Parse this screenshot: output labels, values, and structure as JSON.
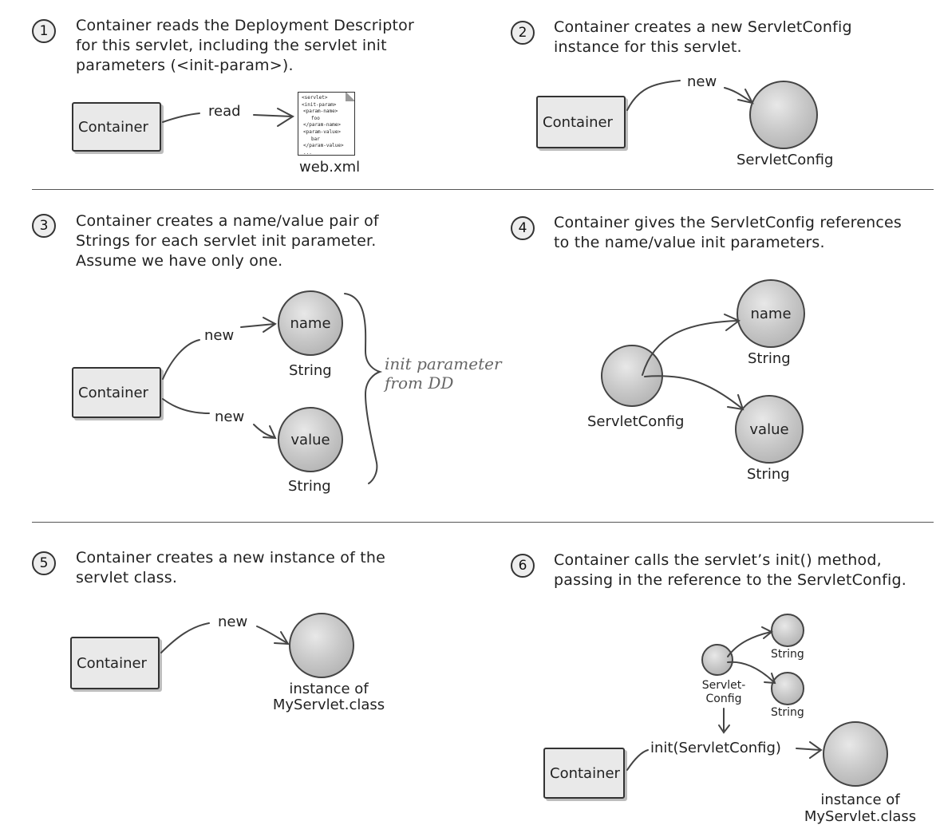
{
  "steps": [
    {
      "num": "1",
      "text_lines": [
        "Container reads the Deployment Descriptor",
        "for this servlet, including the servlet init",
        "parameters (<init-param>)."
      ]
    },
    {
      "num": "2",
      "text_lines": [
        "Container creates a new ServletConfig",
        "instance for this servlet."
      ]
    },
    {
      "num": "3",
      "text_lines": [
        "Container creates a name/value pair of",
        "Strings for each servlet init parameter.",
        "Assume we have only one."
      ]
    },
    {
      "num": "4",
      "text_lines": [
        "Container gives the ServletConfig references",
        "to the name/value init parameters."
      ]
    },
    {
      "num": "5",
      "text_lines": [
        "Container creates a new instance of the",
        "servlet class."
      ]
    },
    {
      "num": "6",
      "text_lines": [
        "Container calls the servlet’s init() method,",
        "passing in the reference to the ServletConfig."
      ]
    }
  ],
  "panel1": {
    "container": "Container",
    "arrow_label": "read",
    "doc_lines": [
      "<servlet>",
      "<init-param>",
      "<param-name>",
      "foo",
      "</param-name>",
      "<param-value>",
      "bar",
      "</param-value>",
      "..."
    ],
    "doc_label": "web.xml"
  },
  "panel2": {
    "container": "Container",
    "arrow_label": "new",
    "object_label": "ServletConfig"
  },
  "panel3": {
    "container": "Container",
    "new_top": "new",
    "new_bottom": "new",
    "name_ball": "name",
    "value_ball": "value",
    "type_top": "String",
    "type_bottom": "String",
    "brace_note_lines": [
      "init parameter",
      "from DD"
    ]
  },
  "panel4": {
    "config_label": "ServletConfig",
    "name_ball": "name",
    "value_ball": "value",
    "type_top": "String",
    "type_bottom": "String"
  },
  "panel5": {
    "container": "Container",
    "arrow_label": "new",
    "object_label_lines": [
      "instance of",
      "MyServlet.class"
    ]
  },
  "panel6": {
    "container": "Container",
    "type_top": "String",
    "type_bottom": "String",
    "config_lines": [
      "Servlet-",
      "Config"
    ],
    "call_label": "init(ServletConfig)",
    "object_label_lines": [
      "instance of",
      "MyServlet.class"
    ]
  }
}
